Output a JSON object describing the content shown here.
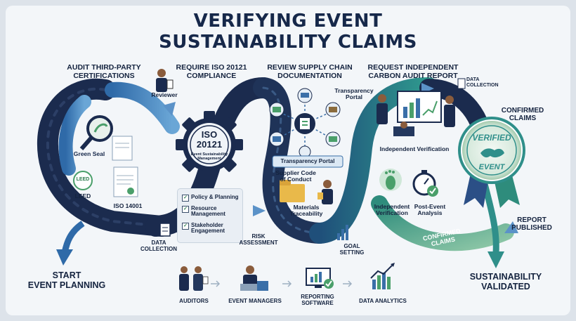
{
  "title": {
    "line1": "VERIFYING EVENT",
    "line2": "SUSTAINABILITY CLAIMS"
  },
  "stages": {
    "audit": "AUDIT THIRD-PARTY\nCERTIFICATIONS",
    "iso": "REQUIRE ISO 20121\nCOMPLIANCE",
    "supply": "REVIEW SUPPLY CHAIN\nDOCUMENTATION",
    "carbon": "REQUEST INDEPENDENT\nCARBON AUDIT REPORT"
  },
  "labels": {
    "reviewer": "Reviewer",
    "green_seal": "Green Seal",
    "leed_badge": "LEED",
    "leed": "LEED",
    "iso14001": "ISO 14001",
    "iso_gear_title": "ISO\n20121",
    "iso_gear_sub": "Event Sustainability\nManagement",
    "checklist": [
      "Policy & Planning",
      "Resource\nManagement",
      "Stakeholder\nEngagement"
    ],
    "data_collection_left": "DATA\nCOLLECTION",
    "risk_assessment": "RISK\nASSESSMENT",
    "transparency_portal_top": "Transparency\nPortal",
    "transparency_portal_banner": "Transparency Portal",
    "supplier_code": "Supplier Code\nof Conduct",
    "materials": "Materials\nTraceability",
    "goal_setting": "GOAL\nSETTING",
    "data_collection_right": "DATA\nCOLLECTION",
    "independent_verification_top": "Independent Verification",
    "independent_verification": "Independent\nVerification",
    "post_event": "Post-Event\nAnalysis",
    "confirmed_claims_banner": "CONFIRMED\nCLAIMS",
    "confirmed_claims": "CONFIRMED\nCLAIMS",
    "seal_top": "VERIFIED",
    "seal_bottom": "EVENT",
    "report_published": "REPORT\nPUBLISHED",
    "start": "START\nEVENT PLANNING",
    "validated": "SUSTAINABILITY\nVALIDATED"
  },
  "footer": [
    {
      "label": "AUDITORS",
      "icon": "auditors-icon"
    },
    {
      "label": "EVENT MANAGERS",
      "icon": "event-manager-icon"
    },
    {
      "label": "REPORTING\nSOFTWARE",
      "icon": "reporting-software-icon"
    },
    {
      "label": "DATA ANALYTICS",
      "icon": "data-analytics-icon"
    }
  ],
  "colors": {
    "navy": "#1b2b4e",
    "blue": "#3f78b5",
    "teal": "#2f8f8a",
    "green": "#4a9f6a",
    "lightblue": "#9cc3e0"
  }
}
